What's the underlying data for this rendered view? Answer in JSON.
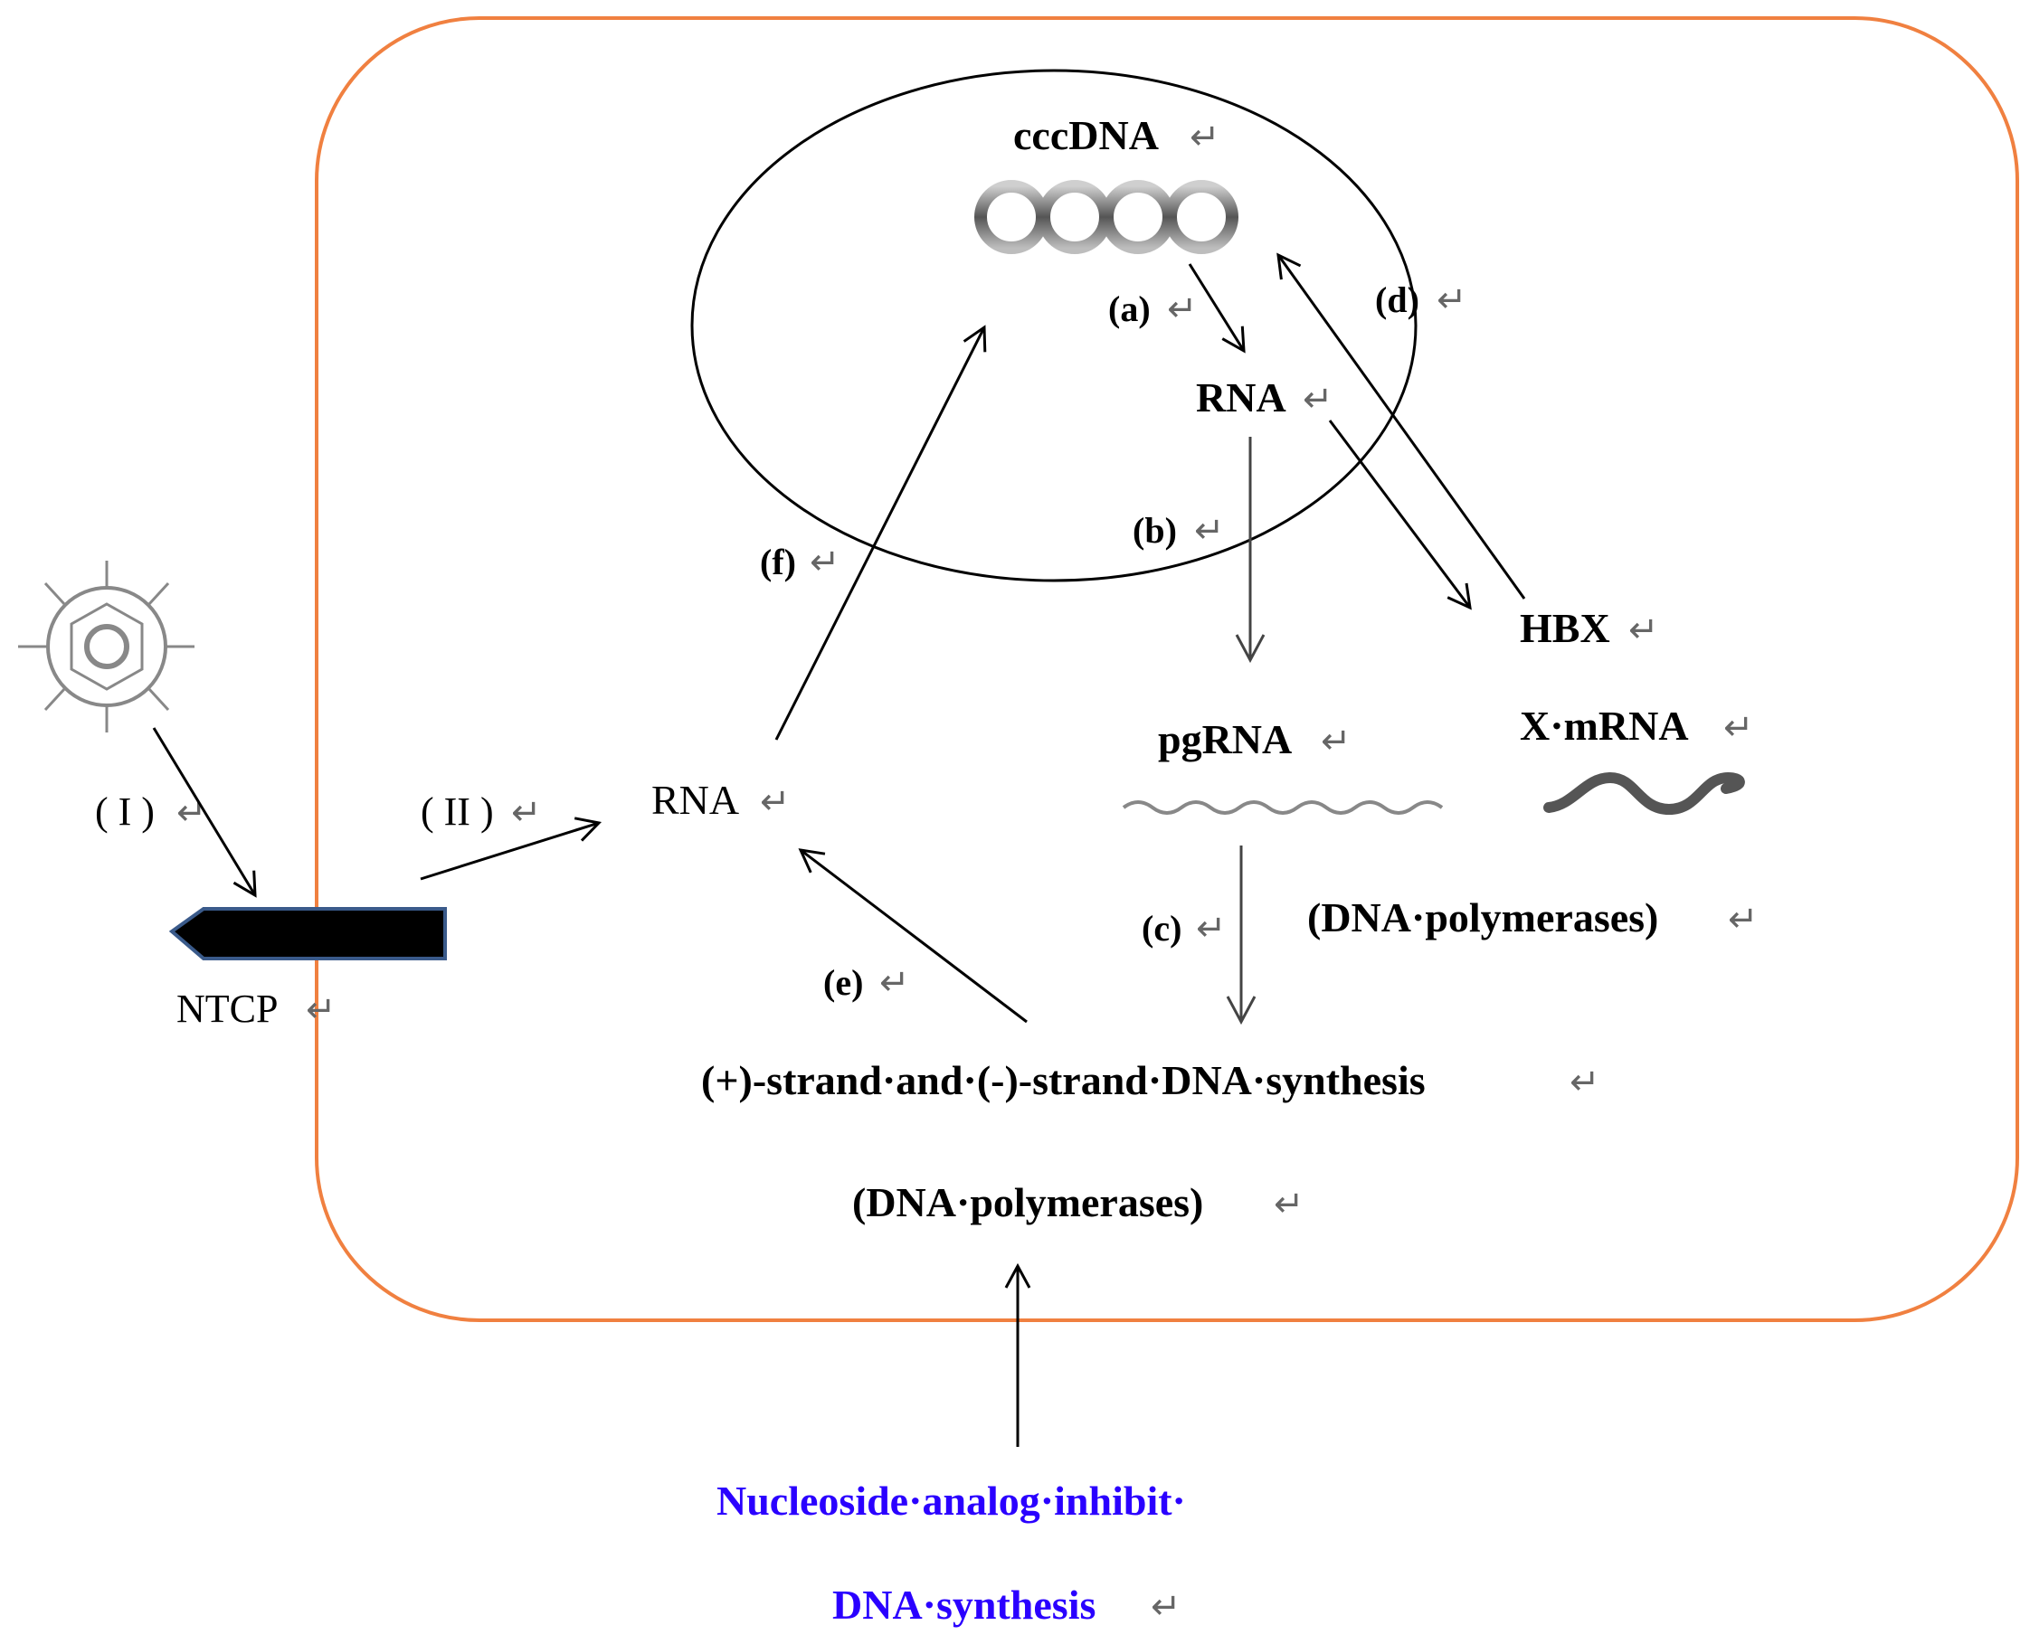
{
  "labels": {
    "cccdna": "cccDNA",
    "step_a": "(a)",
    "step_b": "(b)",
    "step_c": "(c)",
    "step_d": "(d)",
    "step_e": "(e)",
    "step_f": "(f)",
    "step_I": "( I )",
    "step_II": "( II )",
    "rna_nucleus": "RNA",
    "rna_cyto": "RNA",
    "hbx": "HBX",
    "pgrna": "pgRNA",
    "xmrna": "X·mRNA",
    "dna_poly_right": "(DNA·polymerases)",
    "strand_synthesis": "(+)-strand·and·(-)-strand·DNA·synthesis",
    "dna_poly_bottom": "(DNA·polymerases)",
    "ntcp": "NTCP",
    "inhibit_line1": "Nucleoside·analog·inhibit·",
    "inhibit_line2": "DNA·synthesis",
    "return_mark": "↵"
  },
  "colors": {
    "cell_border": "#f08040",
    "nucleus_border": "#000000",
    "inhibitor_text": "#2a00ff",
    "receptor_fill": "#000000",
    "receptor_border": "#3a5a8a"
  },
  "icons": {
    "virus": "virus-particle-icon",
    "cccdna": "circular-dna-icon",
    "pgrna": "wavy-rna-icon",
    "xmrna": "wavy-mrna-icon"
  }
}
